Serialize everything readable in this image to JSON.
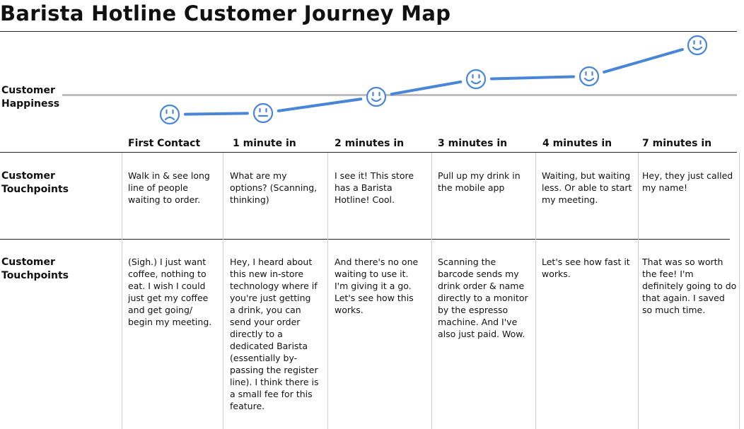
{
  "title": "Barista Hotline Customer Journey Map",
  "happiness_label": "Customer Happiness",
  "stages": [
    "First Contact",
    "1 minute in",
    "2 minutes in",
    "3 minutes in",
    "4 minutes in",
    "7 minutes in"
  ],
  "moods": [
    "sad",
    "neutral",
    "happy",
    "happy",
    "happy",
    "happy"
  ],
  "rows": [
    {
      "label": "Customer Touchpoints",
      "cells": [
        "Walk in & see long line of people waiting to order.",
        "What are my options? (Scanning, thinking)",
        "I see it! This store has a Barista Hotline! Cool.",
        "Pull up my drink in the mobile app",
        "Waiting, but waiting less. Or able to start my meeting.",
        "Hey, they just called my name!"
      ]
    },
    {
      "label": "Customer Touchpoints",
      "cells": [
        "(Sigh.) I just want coffee, nothing to eat. I wish I could just get my coffee and get going/ begin my meeting.",
        "Hey, I heard about this new in-store technology where if you're just getting a drink, you can send your order directly to a dedicated Barista (essentially by-passing the register line). I think there is a small fee for this feature.",
        "And there's no one waiting to use it. I'm giving it a go. Let's see how this works.",
        "Scanning the barcode sends my drink order & name directly to a monitor by the espresso machine. And I've also just paid. Wow.",
        "Let's see how fast it works.",
        "That was so worth the fee! I'm definitely going to do that again. I saved so much time."
      ]
    }
  ],
  "colors": {
    "line": "#4a86d8",
    "face": "#4a86d8",
    "baseline": "#bdbdbd"
  }
}
